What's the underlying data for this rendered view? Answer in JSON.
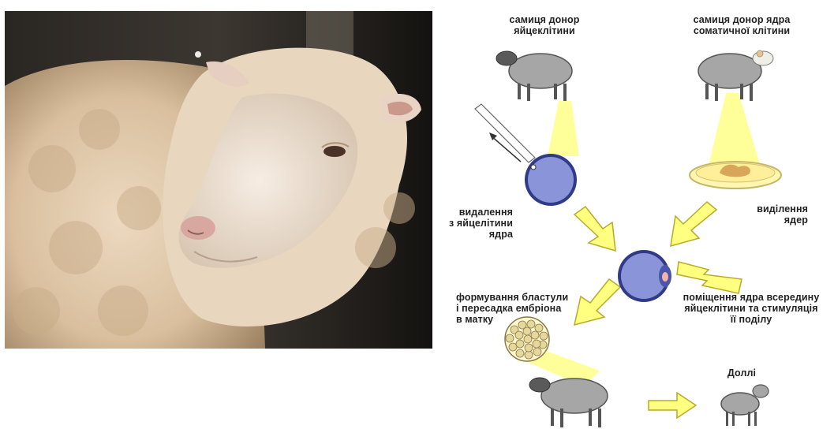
{
  "diagram": {
    "labels": {
      "egg_donor": "самиця донор\nяйцеклітини",
      "nucleus_donor": "самиця донор ядра\nсоматичної клітини",
      "removal": "видалення\nз яйцелітини\nядра",
      "isolation": "виділення\nядер",
      "placement": "поміщення ядра всередину\nяйцеклітини та стимуляція\nїї поділу",
      "blastula": "формування бластули\nі пересадка ембріона\nв матку",
      "dolly": "Доллі"
    },
    "colors": {
      "sheep_body": "#a6a6a6",
      "sheep_head": "#5a5a5a",
      "cell_fill": "#8a94d8",
      "arrow_fill": "#ffff80",
      "beam": "#ffff9a"
    }
  }
}
